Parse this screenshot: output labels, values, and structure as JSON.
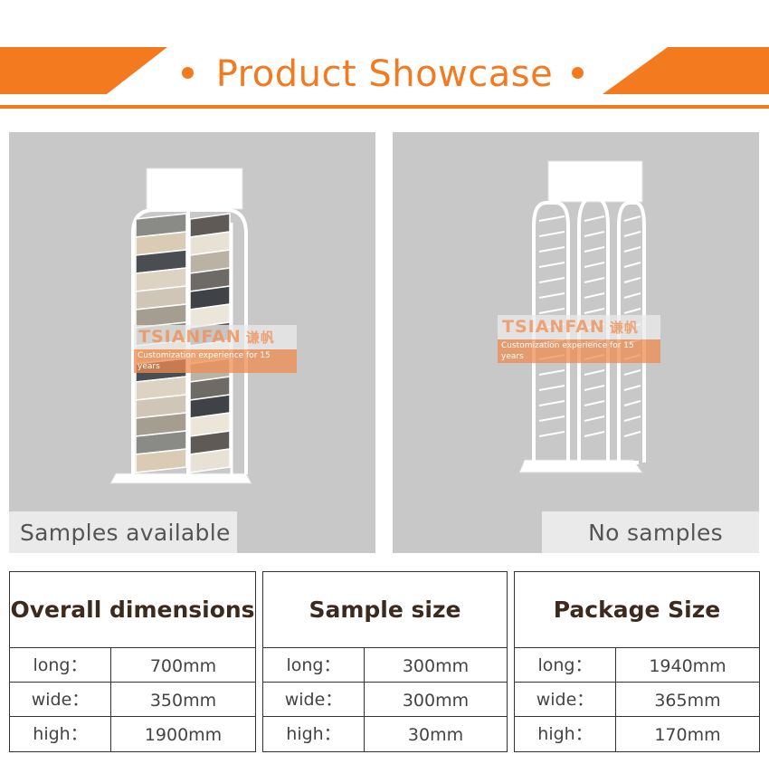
{
  "banner": {
    "title": "Product Showcase",
    "accent_color": "#f47a20"
  },
  "watermark": {
    "brand": "TSIANFAN",
    "brand_cn": "谦帆",
    "tagline": "Customization experience for 15 years"
  },
  "panels": [
    {
      "caption": "Samples available"
    },
    {
      "caption": "No samples"
    }
  ],
  "specs": [
    {
      "title": "Overall dimensions",
      "rows": [
        {
          "key": "long：",
          "value": "700mm"
        },
        {
          "key": "wide：",
          "value": "350mm"
        },
        {
          "key": "high：",
          "value": "1900mm"
        }
      ]
    },
    {
      "title": "Sample size",
      "rows": [
        {
          "key": "long：",
          "value": "300mm"
        },
        {
          "key": "wide：",
          "value": "300mm"
        },
        {
          "key": "high：",
          "value": "30mm"
        }
      ]
    },
    {
      "title": "Package Size",
      "rows": [
        {
          "key": "long：",
          "value": "1940mm"
        },
        {
          "key": "wide：",
          "value": "365mm"
        },
        {
          "key": "high：",
          "value": "170mm"
        }
      ]
    }
  ]
}
